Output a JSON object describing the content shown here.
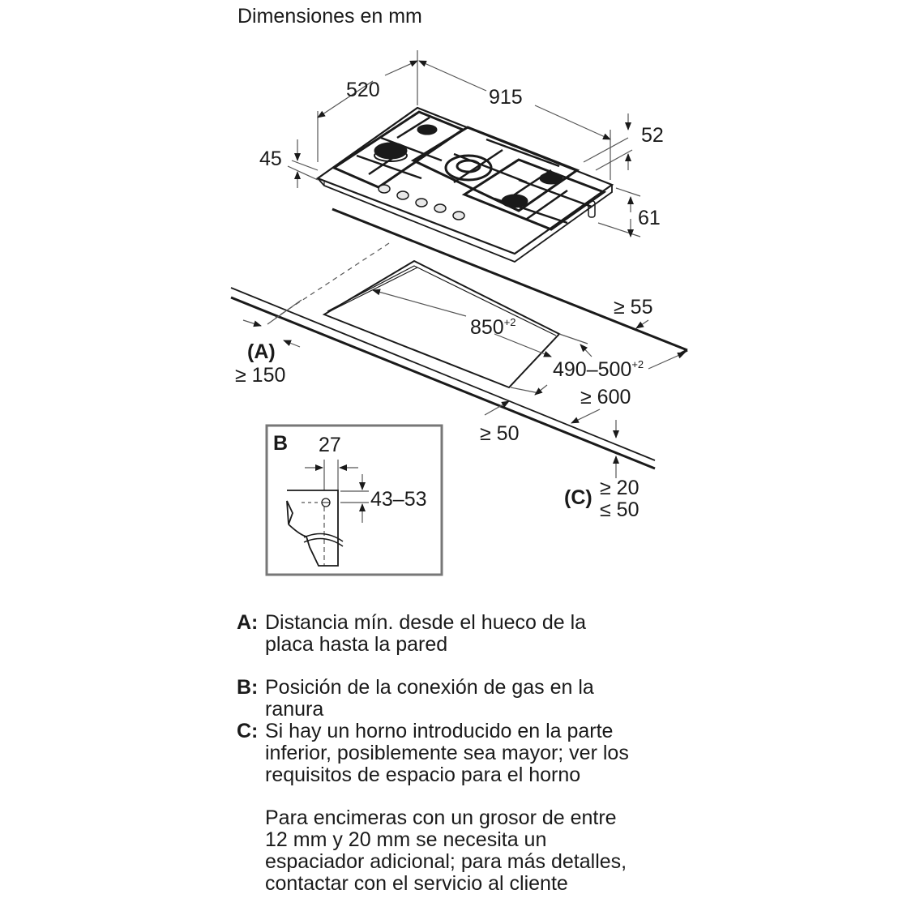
{
  "title": "Dimensiones en mm",
  "hob": {
    "width": "915",
    "depth": "520",
    "height_top": "45",
    "gas_connector_offset": "52",
    "total_height": "61",
    "knobs": 5,
    "burners": 5
  },
  "cutout": {
    "length": "850",
    "length_tol": "+2",
    "depth": "490–500",
    "depth_tol": "+2",
    "wall_distance_label": "(A)",
    "wall_distance": "≥ 150",
    "back_margin": "≥ 55",
    "front_margin": "≥ 50",
    "worktop_depth": "≥ 600",
    "under_label": "(C)",
    "under_min": "≥ 20",
    "under_max": "≤ 50"
  },
  "detail_b": {
    "label": "B",
    "horizontal": "27",
    "vertical": "43–53"
  },
  "legend": [
    {
      "key": "A:",
      "text": "Distancia mín. desde el hueco de la\nplaca hasta la pared"
    },
    {
      "key": "B:",
      "text": "Posición de la conexión de gas en la\nranura"
    },
    {
      "key": "C:",
      "text": "Si hay un horno introducido en la parte\ninferior, posiblemente sea mayor; ver los\nrequisitos de espacio para el horno"
    }
  ],
  "note": "Para encimeras con un grosor de entre\n12 mm y 20 mm se necesita un\nespaciador adicional; para más detalles,\ncontactar con el servicio al cliente",
  "colors": {
    "line": "#1a1a1a",
    "thin": "#555555",
    "panel_border": "#777777"
  }
}
